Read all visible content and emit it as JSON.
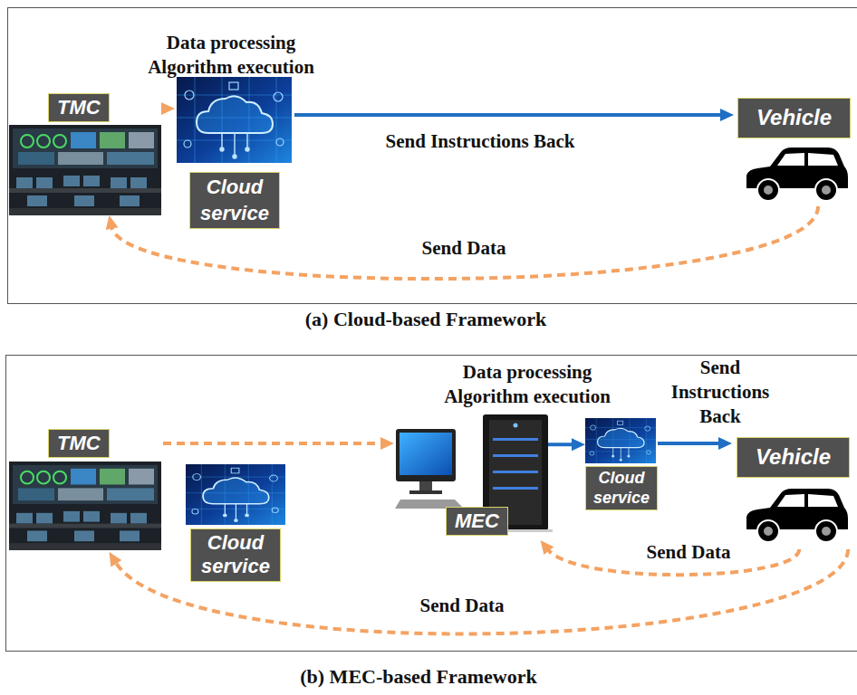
{
  "diagram": {
    "nodes": [
      {
        "text": [
          "TMC"
        ]
      },
      {
        "text": [
          "Cloud service"
        ]
      },
      {
        "text": [
          "Vehicle"
        ]
      },
      {
        "text": [
          "TMC"
        ]
      },
      {
        "text": [
          "Cloud service"
        ]
      },
      {
        "text": [
          "MEC"
        ]
      },
      {
        "text": [
          "Cloud service"
        ]
      },
      {
        "text": [
          "Vehicle"
        ]
      }
    ],
    "edges": [
      {
        "from": 0,
        "to": 1,
        "arrow": "to"
      },
      {
        "from": 1,
        "to": 2,
        "label": "Send Instructions Back",
        "arrow": "to"
      },
      {
        "from": 2,
        "to": 0,
        "label": "Send Data",
        "arrow": "to"
      },
      {
        "from": 3,
        "to": 5,
        "arrow": "to"
      },
      {
        "from": 5,
        "to": 6,
        "arrow": "to"
      },
      {
        "from": 6,
        "to": 7,
        "label": "Send Instructions Back",
        "arrow": "to"
      },
      {
        "from": 7,
        "to": 5,
        "label": "Send Data",
        "arrow": "to"
      },
      {
        "from": 7,
        "to": 3,
        "label": "Send Data",
        "arrow": "to"
      }
    ],
    "labels": [
      "Data processing Algorithm execution",
      "(a) Cloud-based Framework",
      "Data processing Algorithm execution",
      "(b) MEC-based Framework"
    ]
  }
}
